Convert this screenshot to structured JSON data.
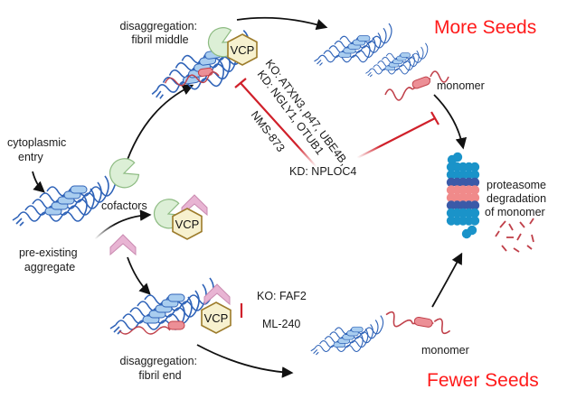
{
  "diagram": {
    "outcomes": {
      "top": "More Seeds",
      "bottom": "Fewer Seeds"
    },
    "labels": {
      "cytoplasmic_entry": [
        "cytoplasmic",
        "entry"
      ],
      "pre_existing_aggregate": [
        "pre-existing",
        "aggregate"
      ],
      "cofactors": "cofactors",
      "disagg_middle": [
        "disaggregation:",
        "fibril middle"
      ],
      "disagg_end": [
        "disaggregation:",
        "fibril end"
      ],
      "monomer_top": "monomer",
      "monomer_bottom": "monomer",
      "proteasome": [
        "proteasome",
        "degradation",
        "of monomer"
      ]
    },
    "vcp_label": "VCP",
    "inhibitors": {
      "middle_ko": "KO: ATXN3, p47, UBE4B,",
      "middle_kd": "KD: NGLY1, OTUB1",
      "middle_drug": "NMS-873",
      "nploc4": "KD: NPLOC4",
      "end_ko": "KO: FAF2",
      "end_drug": "ML-240"
    },
    "colors": {
      "accent_red": "#ff1a1a",
      "inhibit_red": "#d0202a",
      "fibril_blue": "#2f63b8",
      "fibril_fill": "#a9cdef",
      "monomer_red": "#c0404a",
      "monomer_fill": "#ec8f96",
      "vcp_fill": "#f7f1cf",
      "vcp_stroke": "#9c7b2a",
      "cofactor_green": "#dcefd6",
      "cofactor_pink": "#e8b4d3",
      "proteasome_cyan": "#1a93c9",
      "proteasome_navy": "#3b5aa8",
      "proteasome_pink": "#f08a8a"
    }
  }
}
